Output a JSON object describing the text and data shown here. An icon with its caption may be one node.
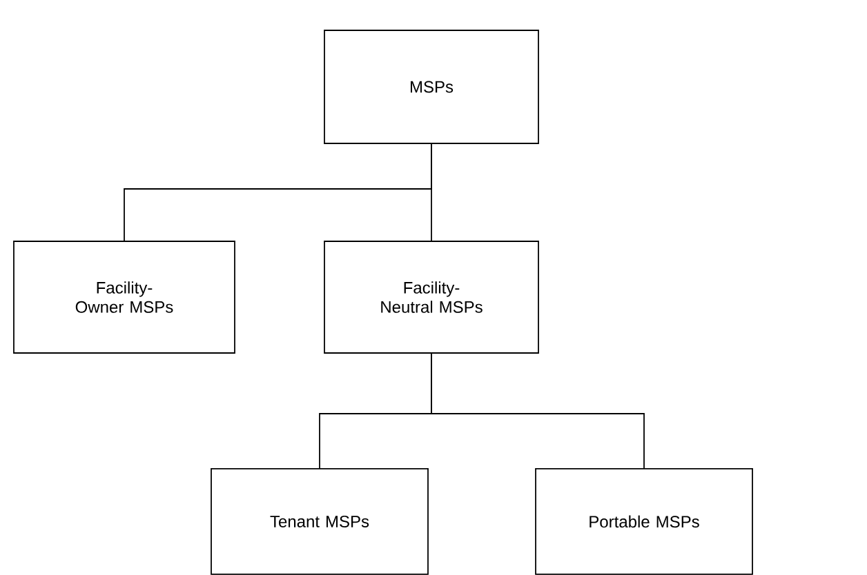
{
  "diagram": {
    "nodes": [
      {
        "text": [
          "MSPs"
        ]
      },
      {
        "text": [
          "Facility-Owner MSPs"
        ]
      },
      {
        "text": [
          "Facility-Neutral MSPs"
        ]
      },
      {
        "text": [
          "Tenant MSPs"
        ]
      },
      {
        "text": [
          "Portable MSPs"
        ]
      }
    ],
    "edges": [
      {
        "from": 0,
        "to": 1,
        "arrow": "none"
      },
      {
        "from": 0,
        "to": 2,
        "arrow": "none"
      },
      {
        "from": 2,
        "to": 3,
        "arrow": "none"
      },
      {
        "from": 2,
        "to": 4,
        "arrow": "none"
      }
    ]
  }
}
